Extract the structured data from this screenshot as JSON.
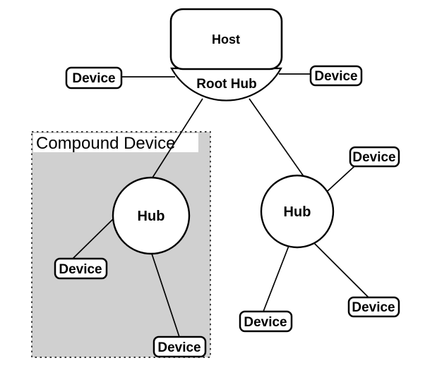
{
  "diagram": {
    "host": {
      "label": "Host"
    },
    "root_hub": {
      "label": "Root Hub"
    },
    "compound_device": {
      "label": "Compound Device"
    },
    "hubs": [
      {
        "id": "hub-compound",
        "label": "Hub"
      },
      {
        "id": "hub-right",
        "label": "Hub"
      }
    ],
    "devices": [
      {
        "id": "device-top-left",
        "label": "Device"
      },
      {
        "id": "device-top-right",
        "label": "Device"
      },
      {
        "id": "device-right-upper",
        "label": "Device"
      },
      {
        "id": "device-compound-left",
        "label": "Device"
      },
      {
        "id": "device-compound-bottom",
        "label": "Device"
      },
      {
        "id": "device-right-lower-left",
        "label": "Device"
      },
      {
        "id": "device-right-lower-right",
        "label": "Device"
      }
    ],
    "edges": [
      {
        "from": "device-top-left",
        "to": "root-hub"
      },
      {
        "from": "root-hub",
        "to": "device-top-right"
      },
      {
        "from": "root-hub",
        "to": "hub-compound"
      },
      {
        "from": "root-hub",
        "to": "hub-right"
      },
      {
        "from": "hub-compound",
        "to": "device-compound-left"
      },
      {
        "from": "hub-compound",
        "to": "device-compound-bottom"
      },
      {
        "from": "hub-right",
        "to": "device-right-upper"
      },
      {
        "from": "hub-right",
        "to": "device-right-lower-left"
      },
      {
        "from": "hub-right",
        "to": "device-right-lower-right"
      }
    ],
    "colors": {
      "stroke": "#000000",
      "node_fill": "#ffffff",
      "compound_fill": "#d0d0d0",
      "label_band_fill": "#ffffff"
    }
  }
}
